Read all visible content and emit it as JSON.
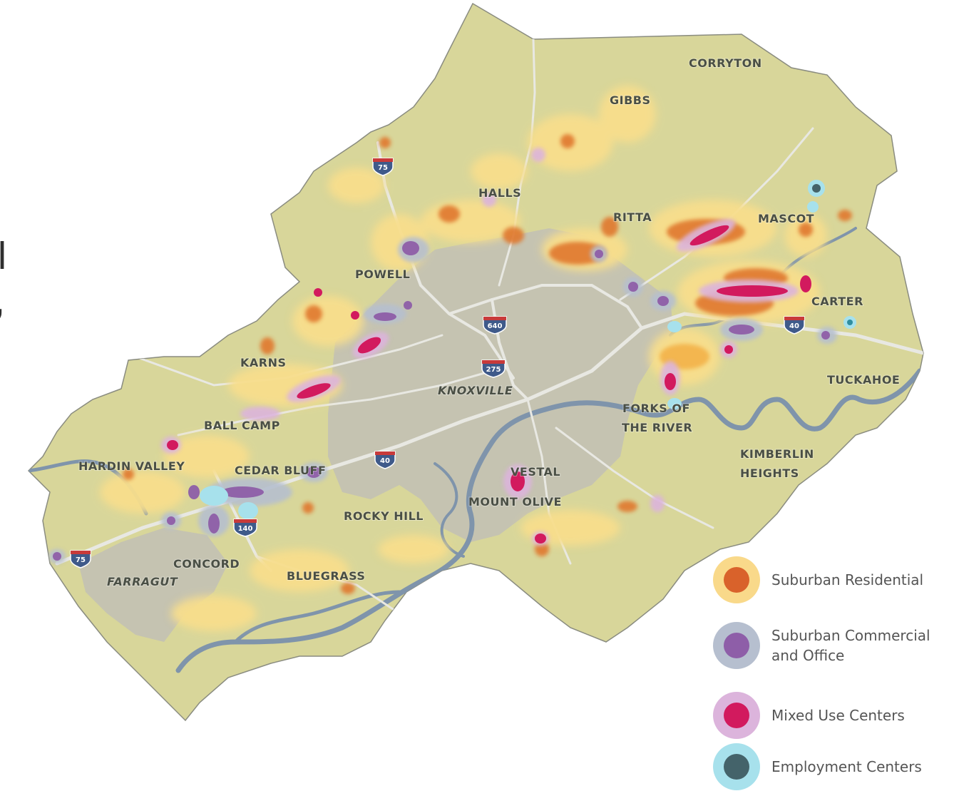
{
  "clipped_side_text": [
    "al",
    "il,"
  ],
  "places": {
    "corryton": "CORRYTON",
    "gibbs": "GIBBS",
    "halls": "HALLS",
    "ritta": "RITTA",
    "mascot": "MASCOT",
    "powell": "POWELL",
    "carter": "CARTER",
    "karns": "KARNS",
    "tuckahoe": "TUCKAHOE",
    "knoxville": "KNOXVILLE",
    "forks_line1": "FORKS OF",
    "forks_line2": "THE RIVER",
    "ball_camp": "BALL CAMP",
    "kimberlin_line1": "KIMBERLIN",
    "kimberlin_line2": "HEIGHTS",
    "hardin_valley": "HARDIN VALLEY",
    "cedar_bluff": "CEDAR BLUFF",
    "vestal": "VESTAL",
    "mount_olive": "MOUNT OLIVE",
    "rocky_hill": "ROCKY HILL",
    "concord": "CONCORD",
    "farragut": "FARRAGUT",
    "bluegrass": "BLUEGRASS"
  },
  "shields": {
    "i75_north": "75",
    "i640": "640",
    "i275": "275",
    "i40_east": "40",
    "i40_west": "40",
    "i140": "140",
    "i75_south": "75"
  },
  "legend": [
    {
      "label": "Suburban Residential",
      "outer": "#f9d98a",
      "inner": "#d9622b"
    },
    {
      "label": "Suburban Commercial\nand Office",
      "outer": "#b6bfcf",
      "inner": "#8e5ea8"
    },
    {
      "label": "Mixed Use Centers",
      "outer": "#dcb4dc",
      "inner": "#d21a5e"
    },
    {
      "label": "Employment Centers",
      "outer": "#a7e1ec",
      "inner": "#44636a"
    }
  ],
  "colors": {
    "county_fill": "#d8d69a",
    "urban_fill": "#c5c3b1",
    "water": "#7f94ab",
    "road": "#e8e8e2",
    "interstate_shield": "#3f5a8a"
  }
}
